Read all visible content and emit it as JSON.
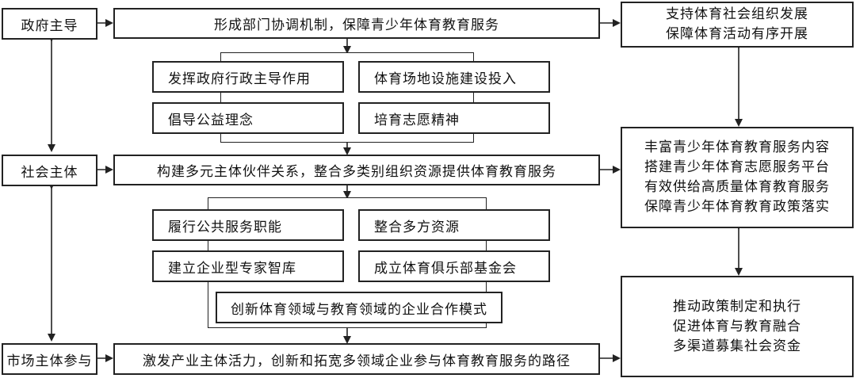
{
  "left": {
    "gov": "政府主导",
    "society": "社会主体",
    "market": "市场主体参与"
  },
  "center": {
    "gov_main": "形成部门协调机制，保障青少年体育教育服务",
    "gov_sub": [
      "发挥政府行政主导作用",
      "体育场地设施建设投入",
      "倡导公益理念",
      "培育志愿精神"
    ],
    "society_main": "构建多元主体伙伴关系，整合多类别组织资源提供体育教育服务",
    "society_sub": [
      "履行公共服务职能",
      "整合多方资源",
      "建立企业型专家智库",
      "成立体育俱乐部基金会",
      "创新体育领域与教育领域的企业合作模式"
    ],
    "market_main": "激发产业主体活力，创新和拓宽多领域企业参与体育教育服务的路径"
  },
  "right": {
    "top": [
      "支持体育社会组织发展",
      "保障体育活动有序开展"
    ],
    "middle": [
      "丰富青少年体育教育服务内容",
      "搭建青少年体育志愿服务平台",
      "有效供给高质量体育教育服务",
      "保障青少年体育教育政策落实"
    ],
    "bottom": [
      "推动政策制定和执行",
      "促进体育与教育融合",
      "多渠道募集社会资金"
    ]
  }
}
